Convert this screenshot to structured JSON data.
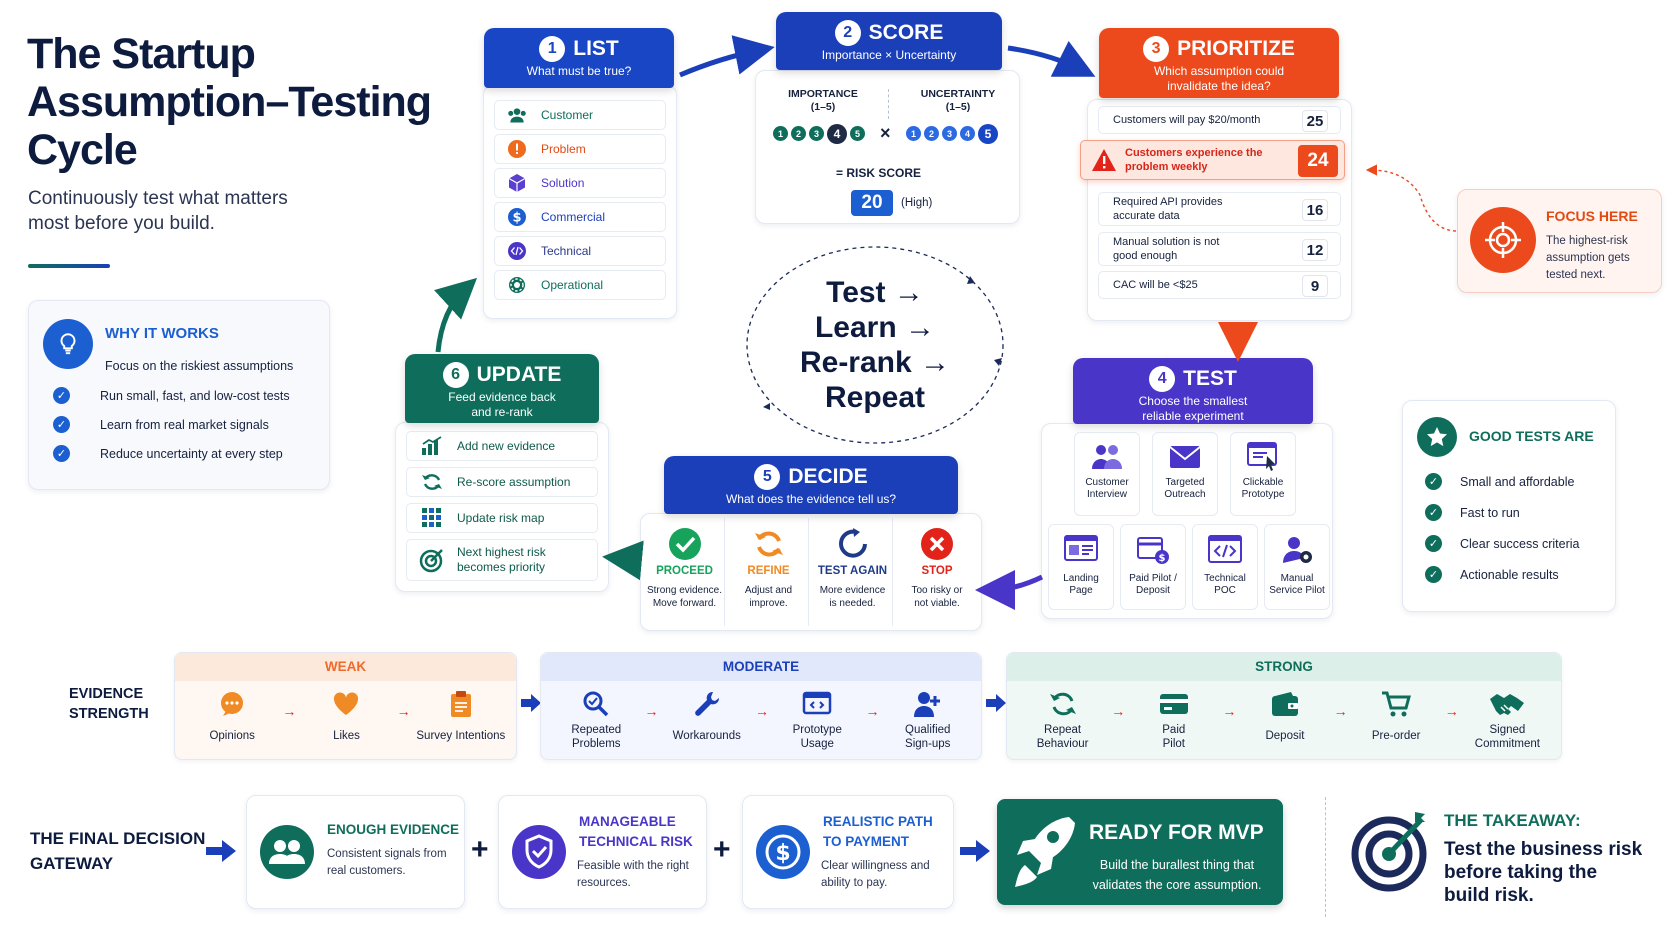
{
  "title": [
    "The Startup",
    "Assumption–Testing",
    "Cycle"
  ],
  "subtitle": [
    "Continuously test what matters",
    "most before you build."
  ],
  "why": {
    "heading": "WHY IT WORKS",
    "items": [
      "Focus on the riskiest assumptions",
      "Run small, fast, and low-cost tests",
      "Learn from real market signals",
      "Reduce uncertainty at every step"
    ]
  },
  "step1": {
    "num": "1",
    "title": "LIST",
    "subtitle": "What must be true?",
    "items": [
      "Customer",
      "Problem",
      "Solution",
      "Commercial",
      "Technical",
      "Operational"
    ]
  },
  "step2": {
    "num": "2",
    "title": "SCORE",
    "subtitle": "Importance × Uncertainty",
    "importance_label": "IMPORTANCE",
    "importance_range": "(1–5)",
    "uncertainty_label": "UNCERTAINTY",
    "uncertainty_range": "(1–5)",
    "scale": [
      "1",
      "2",
      "3",
      "4",
      "5"
    ],
    "importance": 4,
    "uncertainty": 5,
    "times": "×",
    "risk_label": "= RISK SCORE",
    "risk_value": "20",
    "risk_level": "(High)"
  },
  "step3": {
    "num": "3",
    "title": "PRIORITIZE",
    "subtitle": [
      "Which assumption could",
      "invalidate the idea?"
    ],
    "items": [
      {
        "text": [
          "Customers will pay $20/month"
        ],
        "score": "25"
      },
      {
        "text": [
          "Customers experience the",
          "problem weekly"
        ],
        "score": "24"
      },
      {
        "text": [
          "Required API provides",
          "accurate data"
        ],
        "score": "16"
      },
      {
        "text": [
          "Manual solution is not",
          "good enough"
        ],
        "score": "12"
      },
      {
        "text": [
          "CAC will be <$25"
        ],
        "score": "9"
      }
    ]
  },
  "focus": {
    "heading": "FOCUS HERE",
    "text": [
      "The highest-risk",
      "assumption gets",
      "tested next."
    ]
  },
  "cycle": {
    "lines": [
      "Test →",
      "Learn →",
      "Re-rank →",
      "Repeat"
    ]
  },
  "step4": {
    "num": "4",
    "title": "TEST",
    "subtitle": [
      "Choose the smallest",
      "reliable experiment"
    ],
    "top": [
      [
        "Customer",
        "Interview"
      ],
      [
        "Targeted",
        "Outreach"
      ],
      [
        "Clickable",
        "Prototype"
      ]
    ],
    "bottom": [
      [
        "Landing",
        "Page"
      ],
      [
        "Paid Pilot /",
        "Deposit"
      ],
      [
        "Technical",
        "POC"
      ],
      [
        "Manual",
        "Service Pilot"
      ]
    ]
  },
  "good": {
    "heading": "GOOD TESTS ARE",
    "items": [
      "Small and affordable",
      "Fast to run",
      "Clear success criteria",
      "Actionable results"
    ]
  },
  "step5": {
    "num": "5",
    "title": "DECIDE",
    "subtitle": "What does the evidence tell us?",
    "options": [
      {
        "title": "PROCEED",
        "text": [
          "Strong evidence.",
          "Move forward."
        ],
        "color": "#17a35b"
      },
      {
        "title": "REFINE",
        "text": [
          "Adjust and",
          "improve."
        ],
        "color": "#f08a24"
      },
      {
        "title": "TEST AGAIN",
        "text": [
          "More evidence",
          "is needed."
        ],
        "color": "#1f3a8a"
      },
      {
        "title": "STOP",
        "text": [
          "Too risky or",
          "not viable."
        ],
        "color": "#e2231a"
      }
    ]
  },
  "step6": {
    "num": "6",
    "title": "UPDATE",
    "subtitle": [
      "Feed evidence back",
      "and re-rank"
    ],
    "items": [
      [
        "Add new evidence"
      ],
      [
        "Re-score assumption"
      ],
      [
        "Update risk map"
      ],
      [
        "Next highest risk",
        "becomes priority"
      ]
    ]
  },
  "evidence": {
    "label": [
      "EVIDENCE",
      "STRENGTH"
    ],
    "groups": [
      {
        "name": "WEAK",
        "color": "#ef6a2b",
        "items": [
          [
            "Opinions"
          ],
          [
            "Likes"
          ],
          [
            "Survey Intentions"
          ]
        ]
      },
      {
        "name": "MODERATE",
        "color": "#1b3fb8",
        "items": [
          [
            "Repeated",
            "Problems"
          ],
          [
            "Workarounds"
          ],
          [
            "Prototype",
            "Usage"
          ],
          [
            "Qualified",
            "Sign-ups"
          ]
        ]
      },
      {
        "name": "STRONG",
        "color": "#0f6e5b",
        "items": [
          [
            "Repeat",
            "Behaviour"
          ],
          [
            "Paid",
            "Pilot"
          ],
          [
            "Deposit"
          ],
          [
            "Pre-order"
          ],
          [
            "Signed",
            "Commitment"
          ]
        ]
      }
    ]
  },
  "gateway": {
    "label": [
      "THE FINAL DECISION",
      "GATEWAY"
    ],
    "cards": [
      {
        "title": [
          "ENOUGH EVIDENCE"
        ],
        "text": [
          "Consistent signals from",
          "real customers."
        ]
      },
      {
        "title": [
          "MANAGEABLE",
          "TECHNICAL RISK"
        ],
        "text": [
          "Feasible with the right",
          "resources."
        ]
      },
      {
        "title": [
          "REALISTIC PATH",
          "TO PAYMENT"
        ],
        "text": [
          "Clear willingness and",
          "ability to pay."
        ]
      }
    ],
    "plus": "+",
    "mvp": {
      "title": "READY FOR MVP",
      "text": [
        "Build the burallest thing that",
        "validates the core assumption."
      ]
    }
  },
  "takeaway": {
    "heading": "THE TAKEAWAY:",
    "text": [
      "Test the business risk",
      "before taking the",
      "build risk."
    ]
  }
}
